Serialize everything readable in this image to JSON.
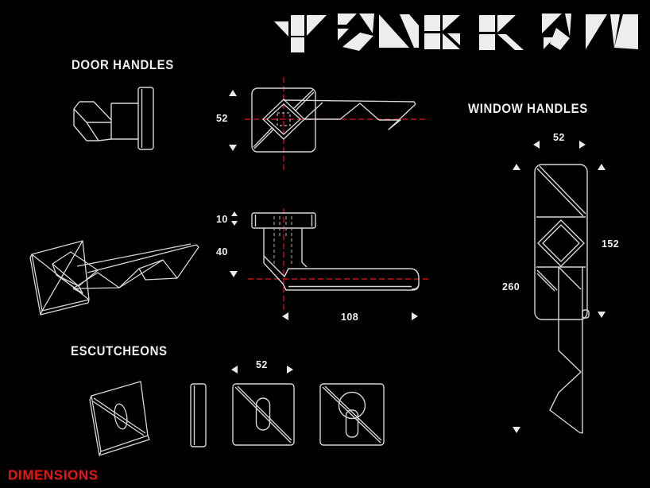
{
  "logo": {
    "text": "TANGRAM"
  },
  "sections": {
    "door_handles": {
      "title": "DOOR HANDLES"
    },
    "window_handles": {
      "title": "WINDOW HANDLES"
    },
    "escutcheons": {
      "title": "ESCUTCHEONS"
    }
  },
  "footer": {
    "label": "DIMENSIONS"
  },
  "dimensions": {
    "door_rosette_size": "52",
    "plate_thickness": "10",
    "handle_height": "40",
    "lever_length": "108",
    "window_rosette_width": "52",
    "window_plate_height": "152",
    "window_total_height": "260",
    "escutcheon_width": "52"
  },
  "colors": {
    "background": "#000000",
    "line": "#d6d6d6",
    "centerline_red": "#c21414",
    "accent_red": "#e81515"
  }
}
